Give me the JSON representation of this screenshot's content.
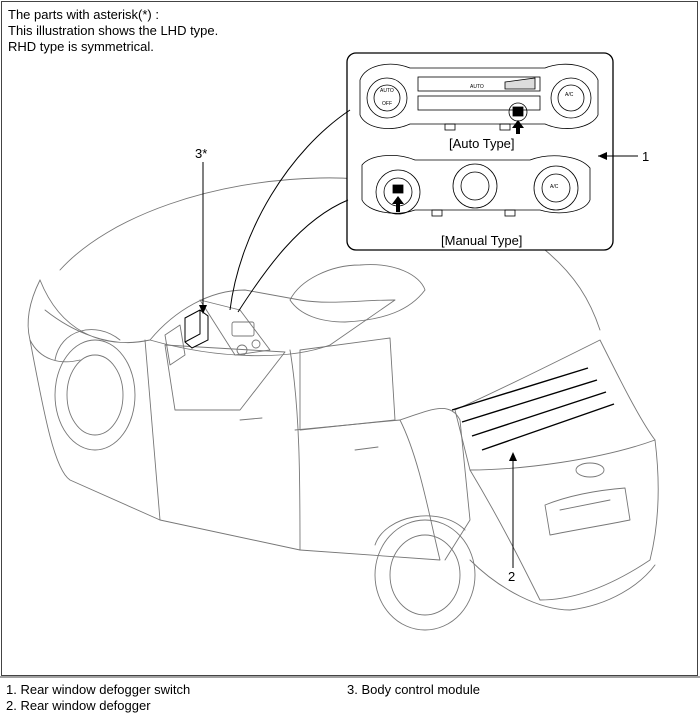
{
  "note": {
    "line1": "The parts with asterisk(*) :",
    "line2": "This illustration shows the LHD type.",
    "line3": "RHD type is symmetrical."
  },
  "callouts": {
    "one": "1",
    "two": "2",
    "three": "3*"
  },
  "inset": {
    "auto_caption": "[Auto Type]",
    "manual_caption": "[Manual Type]",
    "auto_knob_label": "AUTO",
    "off_label": "OFF",
    "ac_label": "A/C",
    "display_label": "AUTO"
  },
  "legend": {
    "item1": "1.  Rear window defogger switch",
    "item2": "2.  Rear window defogger",
    "item3": "3.  Body control module"
  }
}
